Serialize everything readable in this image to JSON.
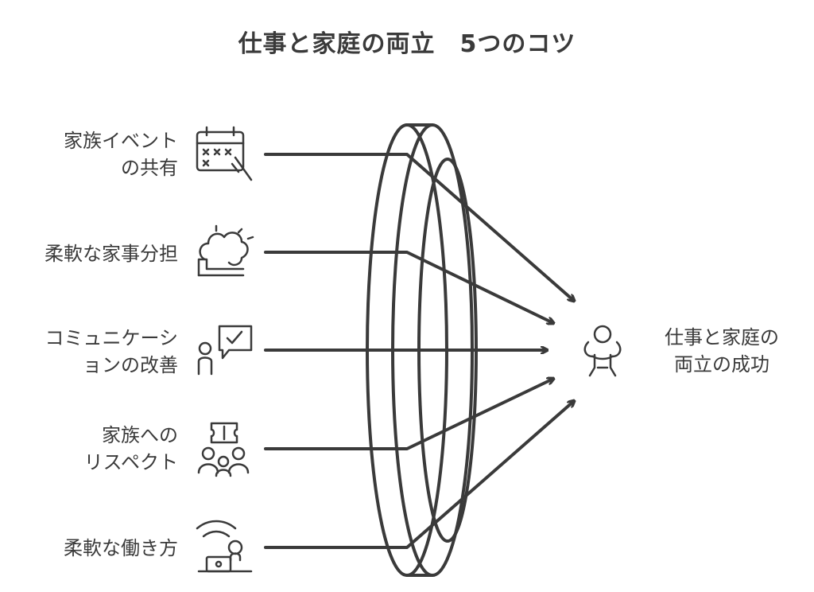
{
  "title": "仕事と家庭の両立　5つのコツ",
  "tips": [
    {
      "line1": "家族イベント",
      "line2": "の共有",
      "icon": "calendar-icon"
    },
    {
      "line1": "柔軟な家事分担",
      "line2": "",
      "icon": "cleaning-icon"
    },
    {
      "line1": "コミュニケーシ",
      "line2": "ョンの改善",
      "icon": "chat-person-icon"
    },
    {
      "line1": "家族への",
      "line2": "リスペクト",
      "icon": "family-ticket-icon"
    },
    {
      "line1": "柔軟な働き方",
      "line2": "",
      "icon": "remote-work-icon"
    }
  ],
  "result": {
    "line1": "仕事と家庭の",
    "line2": "両立の成功",
    "icon": "person-balance-icon"
  },
  "colors": {
    "stroke": "#3a3a3a",
    "background": "#ffffff"
  }
}
